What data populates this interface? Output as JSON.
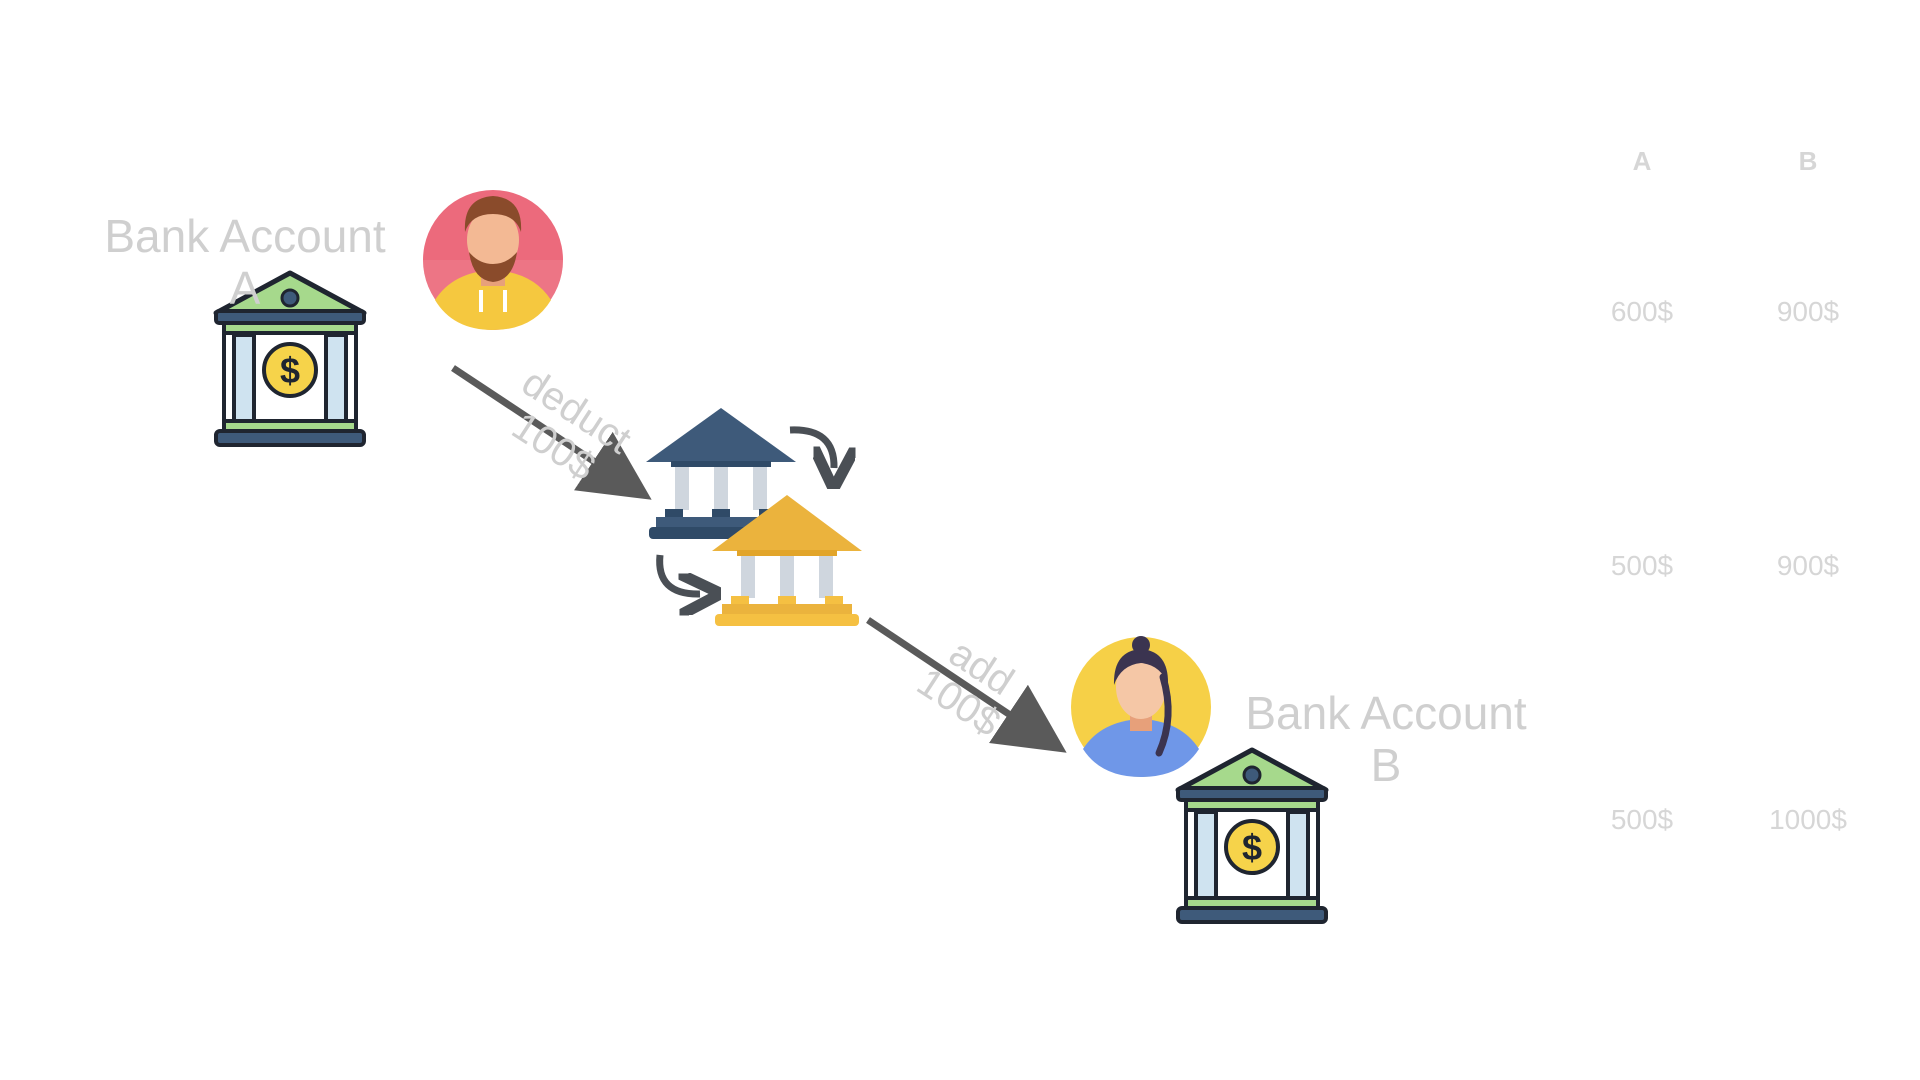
{
  "nodes": {
    "account_a": {
      "label_line1": "Bank Account",
      "label_line2": "A"
    },
    "account_b": {
      "label_line1": "Bank Account",
      "label_line2": "B"
    }
  },
  "edges": {
    "deduct": {
      "line1": "deduct",
      "line2": "100$"
    },
    "add": {
      "line1": "add",
      "line2": "100$"
    }
  },
  "balance_table": {
    "headers": [
      "A",
      "B"
    ],
    "rows": [
      [
        "600$",
        "900$"
      ],
      [
        "500$",
        "900$"
      ],
      [
        "500$",
        "1000$"
      ]
    ]
  },
  "colors": {
    "arrow": "#5a5a5a",
    "text": "#cfcfcf",
    "bank_green": "#a6d98c",
    "bank_navy": "#3e5a7a",
    "bank_gold": "#ebb33d",
    "coin": "#f6d34a",
    "avatar_a_bg": "#ec6a7c",
    "avatar_b_bg": "#f6d047",
    "hoodie_yellow": "#f5c83f",
    "shirt_blue": "#6f97e8"
  },
  "icons": [
    "bank-icon",
    "man-avatar-icon",
    "woman-avatar-icon",
    "bank-transfer-icon",
    "arrow-icon"
  ]
}
